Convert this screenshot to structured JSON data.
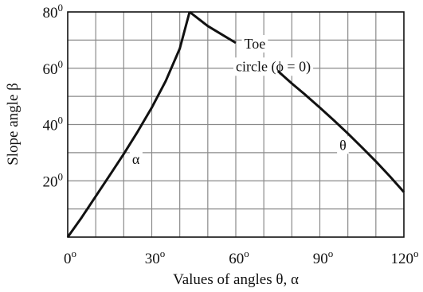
{
  "chart_data": {
    "type": "line",
    "xlabel": "Values of angles θ, α",
    "ylabel": "Slope angle β",
    "xlim": [
      0,
      120
    ],
    "ylim": [
      0,
      80
    ],
    "x_ticks": [
      {
        "value": 0,
        "label": "0",
        "sup": "o"
      },
      {
        "value": 30,
        "label": "30",
        "sup": "o"
      },
      {
        "value": 60,
        "label": "60",
        "sup": "o"
      },
      {
        "value": 90,
        "label": "90",
        "sup": "o"
      },
      {
        "value": 120,
        "label": "120",
        "sup": "o"
      }
    ],
    "y_ticks": [
      {
        "value": 20,
        "label": "20",
        "sup": "0"
      },
      {
        "value": 40,
        "label": "40",
        "sup": "0"
      },
      {
        "value": 60,
        "label": "60",
        "sup": "0"
      },
      {
        "value": 80,
        "label": "80",
        "sup": "0"
      }
    ],
    "grid": true,
    "grid_step": {
      "x": 10,
      "y": 10
    },
    "series": [
      {
        "name": "α",
        "x": [
          0,
          5,
          10,
          15,
          20,
          25,
          30,
          35,
          40,
          43.5
        ],
        "y": [
          0,
          7,
          14.5,
          22,
          29.5,
          37.5,
          46,
          55.5,
          67,
          80
        ]
      },
      {
        "name": "θ",
        "x": [
          43.5,
          50,
          55,
          60
        ],
        "y": [
          80,
          75,
          72,
          69
        ]
      },
      {
        "name": "θ",
        "x": [
          75,
          80,
          85,
          90,
          95,
          100,
          105,
          110,
          115,
          120
        ],
        "y": [
          59,
          54.6,
          50.4,
          46,
          41.5,
          36.8,
          31.9,
          26.9,
          21.6,
          16
        ]
      }
    ],
    "annotations": [
      {
        "text": "α",
        "x": 23,
        "y": 26
      },
      {
        "text": "θ",
        "x": 97,
        "y": 31
      },
      {
        "text": "Toe",
        "x": 63,
        "y": 67
      },
      {
        "text": "circle (ϕ = 0)",
        "x": 60,
        "y": 59
      }
    ]
  }
}
